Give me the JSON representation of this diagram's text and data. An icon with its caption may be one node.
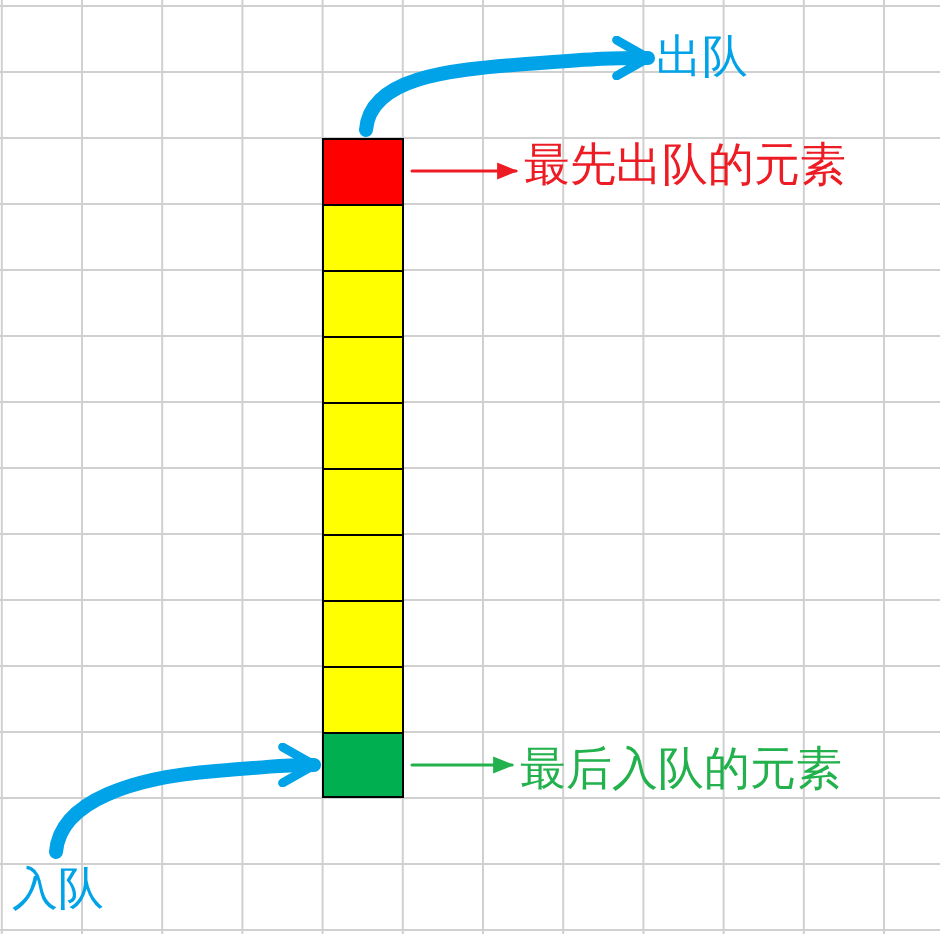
{
  "diagram": {
    "nodes": [
      {
        "text": [
          "出队"
        ]
      },
      {
        "text": [],
        "shape": "box"
      },
      {
        "text": [
          "最先出队的元素"
        ]
      },
      {
        "text": [],
        "shape": "box"
      },
      {
        "text": [],
        "shape": "box"
      },
      {
        "text": [],
        "shape": "box"
      },
      {
        "text": [],
        "shape": "box"
      },
      {
        "text": [],
        "shape": "box"
      },
      {
        "text": [],
        "shape": "box"
      },
      {
        "text": [],
        "shape": "box"
      },
      {
        "text": [],
        "shape": "box"
      },
      {
        "text": [],
        "shape": "box"
      },
      {
        "text": [
          "最后入队的元素"
        ]
      },
      {
        "text": [
          "入队"
        ]
      }
    ],
    "edges": [
      {
        "from": 1,
        "to": 0,
        "arrow": "to",
        "style": "thick",
        "color": "#00a2e8"
      },
      {
        "from": 1,
        "to": 2,
        "arrow": "to",
        "color": "#ed1c24"
      },
      {
        "from": 11,
        "to": 12,
        "arrow": "to",
        "color": "#22b14c"
      },
      {
        "from": 13,
        "to": 11,
        "arrow": "to",
        "style": "thick",
        "color": "#00a2e8"
      }
    ]
  }
}
